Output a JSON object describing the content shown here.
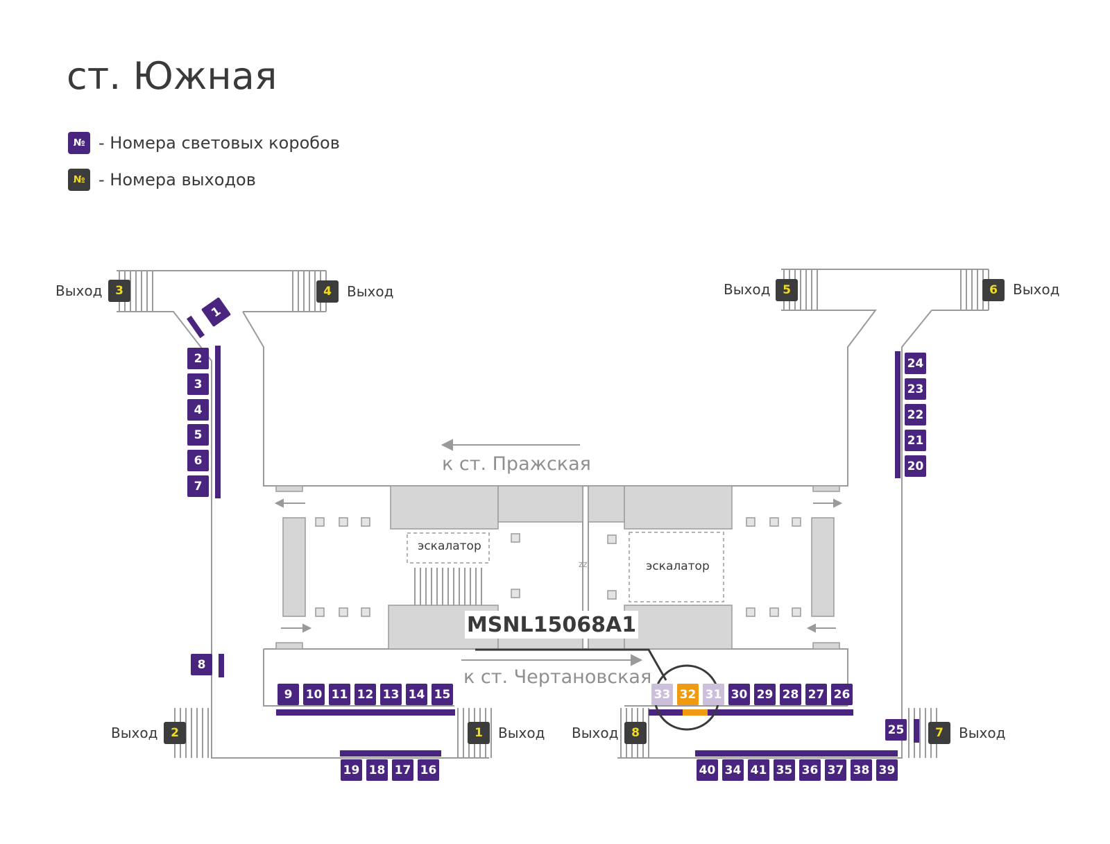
{
  "title": "ст. Южная",
  "legend": {
    "boxes_symbol": "№",
    "boxes_text": "- Номера световых коробов",
    "boxes_color": "#4a2580",
    "exits_symbol": "№",
    "exits_text": "- Номера выходов",
    "exits_color": "#3c3c3c",
    "exit_number_color": "#f2dc1f"
  },
  "exit_label": "Выход",
  "exits": [
    "1",
    "2",
    "3",
    "4",
    "5",
    "6",
    "7",
    "8"
  ],
  "directions": {
    "north": "к ст. Пражская",
    "south": "к ст. Чертановская"
  },
  "escalator_label": "эскалатор",
  "zz_mark": "zz",
  "highlight": {
    "code": "MSNL15068A1",
    "box": "32",
    "color": "#f09a12"
  },
  "boxes": {
    "west_corridor": [
      "1",
      "2",
      "3",
      "4",
      "5",
      "6",
      "7",
      "8"
    ],
    "east_corridor": [
      "24",
      "23",
      "22",
      "21",
      "20",
      "25"
    ],
    "platform_south_west": [
      "9",
      "10",
      "11",
      "12",
      "13",
      "14",
      "15"
    ],
    "platform_south_east": [
      "33",
      "32",
      "31",
      "30",
      "29",
      "28",
      "27",
      "26"
    ],
    "bottom_west": [
      "19",
      "18",
      "17",
      "16"
    ],
    "bottom_east": [
      "40",
      "34",
      "41",
      "35",
      "36",
      "37",
      "38",
      "39"
    ]
  }
}
